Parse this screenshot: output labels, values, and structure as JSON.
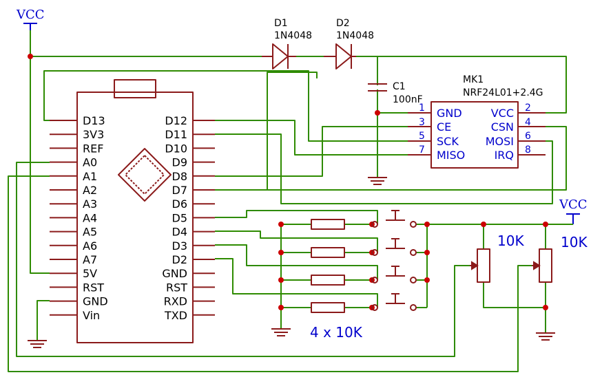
{
  "power": {
    "vcc_left": "VCC",
    "vcc_right": "VCC"
  },
  "diodes": [
    {
      "ref": "D1",
      "value": "1N4048"
    },
    {
      "ref": "D2",
      "value": "1N4048"
    }
  ],
  "capacitor": {
    "ref": "C1",
    "value": "100nF"
  },
  "module": {
    "ref": "MK1",
    "value": "NRF24L01+2.4G",
    "left_pins": [
      {
        "num": "1",
        "name": "GND"
      },
      {
        "num": "3",
        "name": "CE"
      },
      {
        "num": "5",
        "name": "SCK"
      },
      {
        "num": "7",
        "name": "MISO"
      }
    ],
    "right_pins": [
      {
        "num": "2",
        "name": "VCC"
      },
      {
        "num": "4",
        "name": "CSN"
      },
      {
        "num": "6",
        "name": "MOSI"
      },
      {
        "num": "8",
        "name": "IRQ"
      }
    ]
  },
  "arduino": {
    "left_pins": [
      "D13",
      "3V3",
      "REF",
      "A0",
      "A1",
      "A2",
      "A3",
      "A4",
      "A5",
      "A6",
      "A7",
      "5V",
      "RST",
      "GND",
      "Vin"
    ],
    "right_pins": [
      "D12",
      "D11",
      "D10",
      "D9",
      "D8",
      "D7",
      "D6",
      "D5",
      "D4",
      "D3",
      "D2",
      "GND",
      "RST",
      "RXD",
      "TXD"
    ]
  },
  "resistor_bank_label": "4 x 10K",
  "pots": [
    {
      "value": "10K"
    },
    {
      "value": "10K"
    }
  ]
}
